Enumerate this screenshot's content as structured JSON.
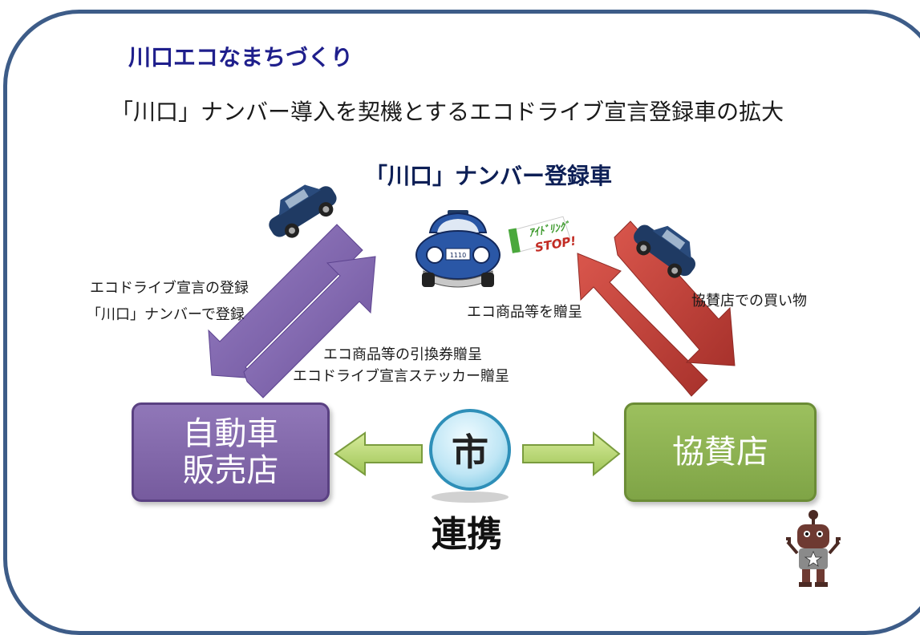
{
  "heading": "川口エコなまちづくり",
  "subtitle": "「川口」ナンバー導入を契機とするエコドライブ宣言登録車の拡大",
  "center_title": "「川口」ナンバー登録車",
  "labels": {
    "eco_register": "エコドライブ宣言の登録",
    "plate_register": "「川口」ナンバーで登録",
    "voucher": "エコ商品等の引換券贈呈",
    "sticker": "エコドライブ宣言ステッカー贈呈",
    "eco_gift": "エコ商品等を贈呈",
    "shopping": "協賛店での買い物"
  },
  "boxes": {
    "dealer": [
      "自動車",
      "販売店"
    ],
    "sponsor": "協賛店",
    "city": "市"
  },
  "link_label": "連携",
  "sign": {
    "line1": "ｱｲﾄﾞﾘﾝｸﾞ",
    "line2": "STOP!"
  },
  "car_plate": "1110",
  "colors": {
    "frame": "#3d5c88",
    "heading": "#1f1f8c",
    "purple": "#7e66aa",
    "red": "#c2453d",
    "green": "#8db252",
    "city_blue": "#2e8fb8"
  }
}
